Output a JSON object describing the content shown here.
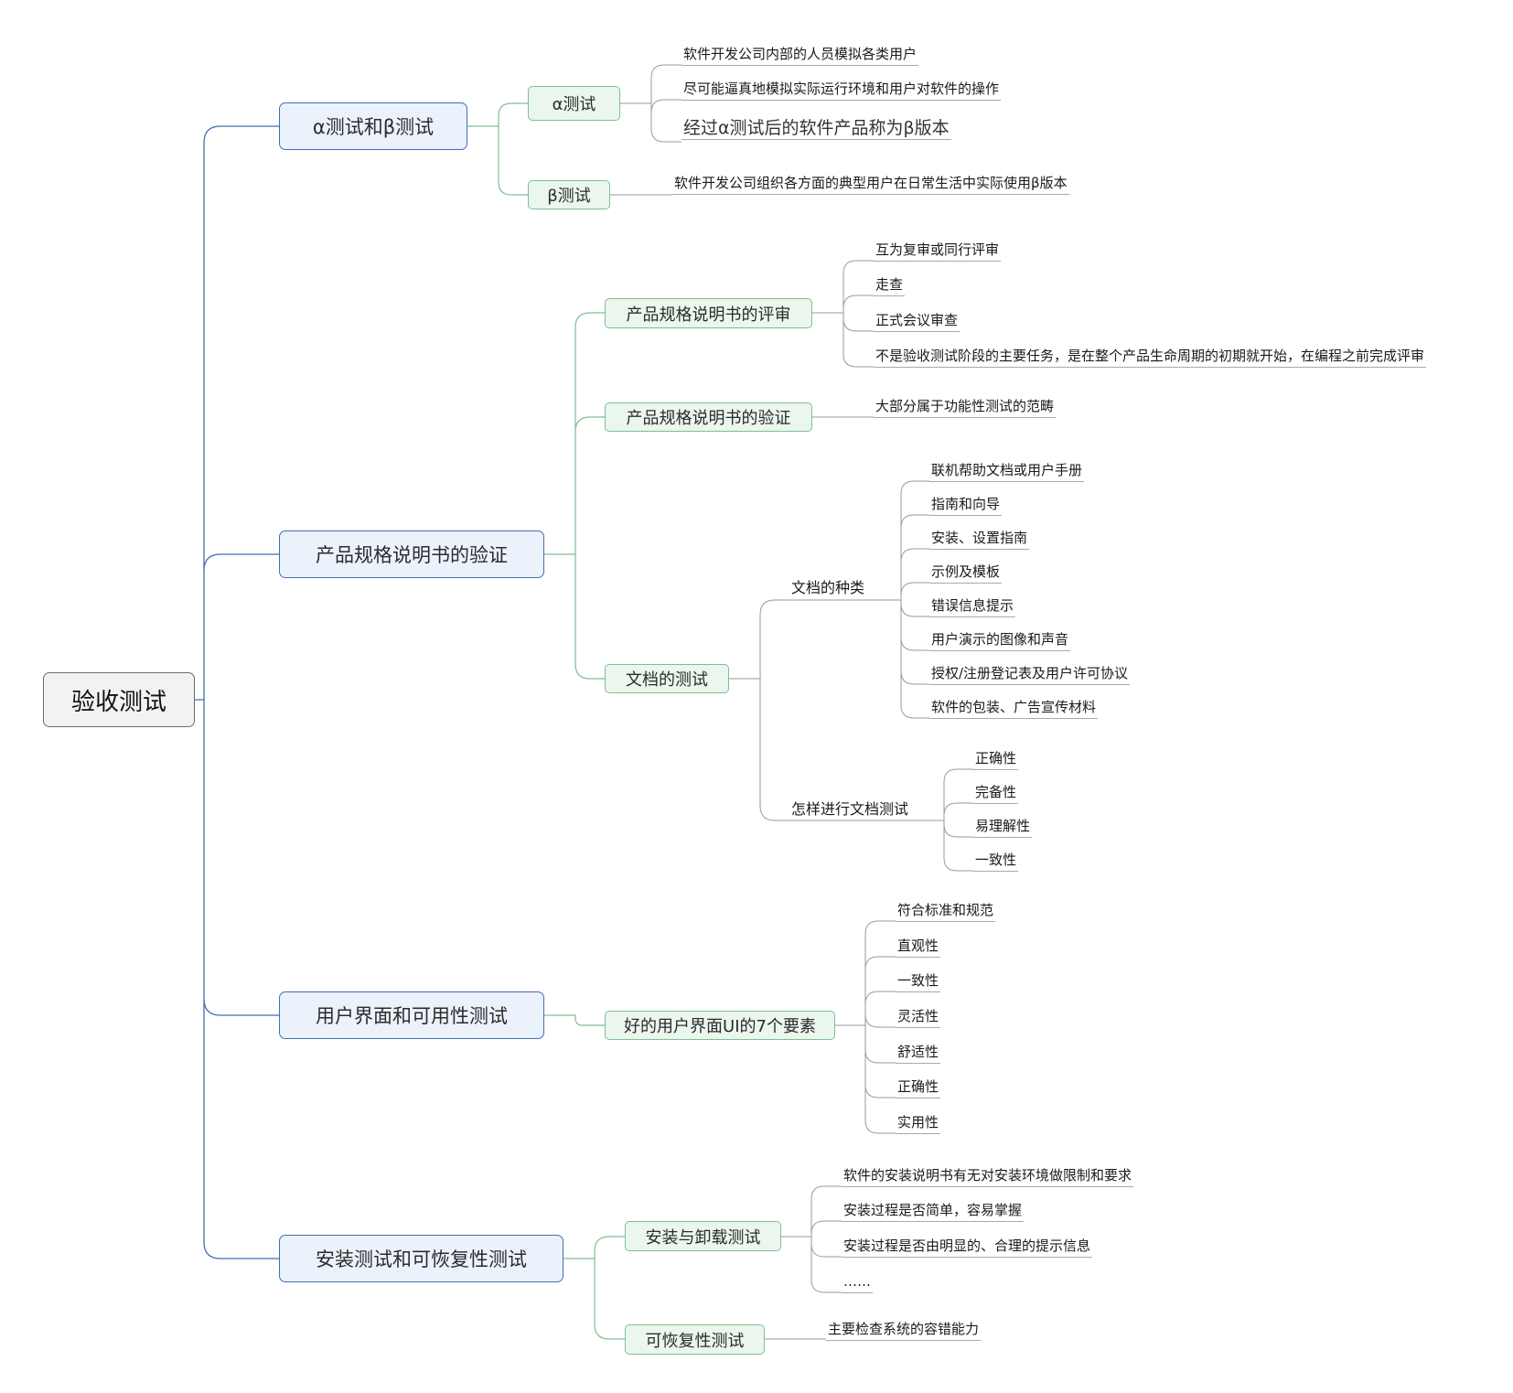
{
  "mindmap": {
    "root": "验收测试",
    "alpha_beta": {
      "label": "α测试和β测试",
      "alpha": {
        "label": "α测试",
        "items": [
          "软件开发公司内部的人员模拟各类用户",
          "尽可能逼真地模拟实际运行环境和用户对软件的操作",
          "经过α测试后的软件产品称为β版本"
        ]
      },
      "beta": {
        "label": "β测试",
        "items": [
          "软件开发公司组织各方面的典型用户在日常生活中实际使用β版本"
        ]
      }
    },
    "spec_verify": {
      "label": "产品规格说明书的验证",
      "review": {
        "label": "产品规格说明书的评审",
        "items": [
          "互为复审或同行评审",
          "走查",
          "正式会议审查",
          "不是验收测试阶段的主要任务，是在整个产品生命周期的初期就开始，在编程之前完成评审"
        ]
      },
      "verify": {
        "label": "产品规格说明书的验证",
        "items": [
          "大部分属于功能性测试的范畴"
        ]
      },
      "doc_test": {
        "label": "文档的测试",
        "types": {
          "label": "文档的种类",
          "items": [
            "联机帮助文档或用户手册",
            "指南和向导",
            "安装、设置指南",
            "示例及模板",
            "错误信息提示",
            "用户演示的图像和声音",
            "授权/注册登记表及用户许可协议",
            "软件的包装、广告宣传材料"
          ]
        },
        "how": {
          "label": "怎样进行文档测试",
          "items": [
            "正确性",
            "完备性",
            "易理解性",
            "一致性"
          ]
        }
      }
    },
    "ui": {
      "label": "用户界面和可用性测试",
      "seven": {
        "label": "好的用户界面UI的7个要素",
        "items": [
          "符合标准和规范",
          "直观性",
          "一致性",
          "灵活性",
          "舒适性",
          "正确性",
          "实用性"
        ]
      }
    },
    "install": {
      "label": "安装测试和可恢复性测试",
      "install_uninstall": {
        "label": "安装与卸载测试",
        "items": [
          "软件的安装说明书有无对安装环境做限制和要求",
          "安装过程是否简单，容易掌握",
          "安装过程是否由明显的、合理的提示信息",
          "……"
        ]
      },
      "recover": {
        "label": "可恢复性测试",
        "items": [
          "主要检查系统的容错能力"
        ]
      }
    }
  },
  "colors": {
    "root_border": "#6d6d6d",
    "level1_border": "#3f6fb3",
    "level1_fill": "#ecf2fb",
    "level2_border": "#7fbf8f",
    "level2_fill": "#eaf6ee",
    "root_link": "#3f6fb3",
    "level2_link": "#7fbf8f",
    "leaf_link": "#9a9a9a"
  }
}
